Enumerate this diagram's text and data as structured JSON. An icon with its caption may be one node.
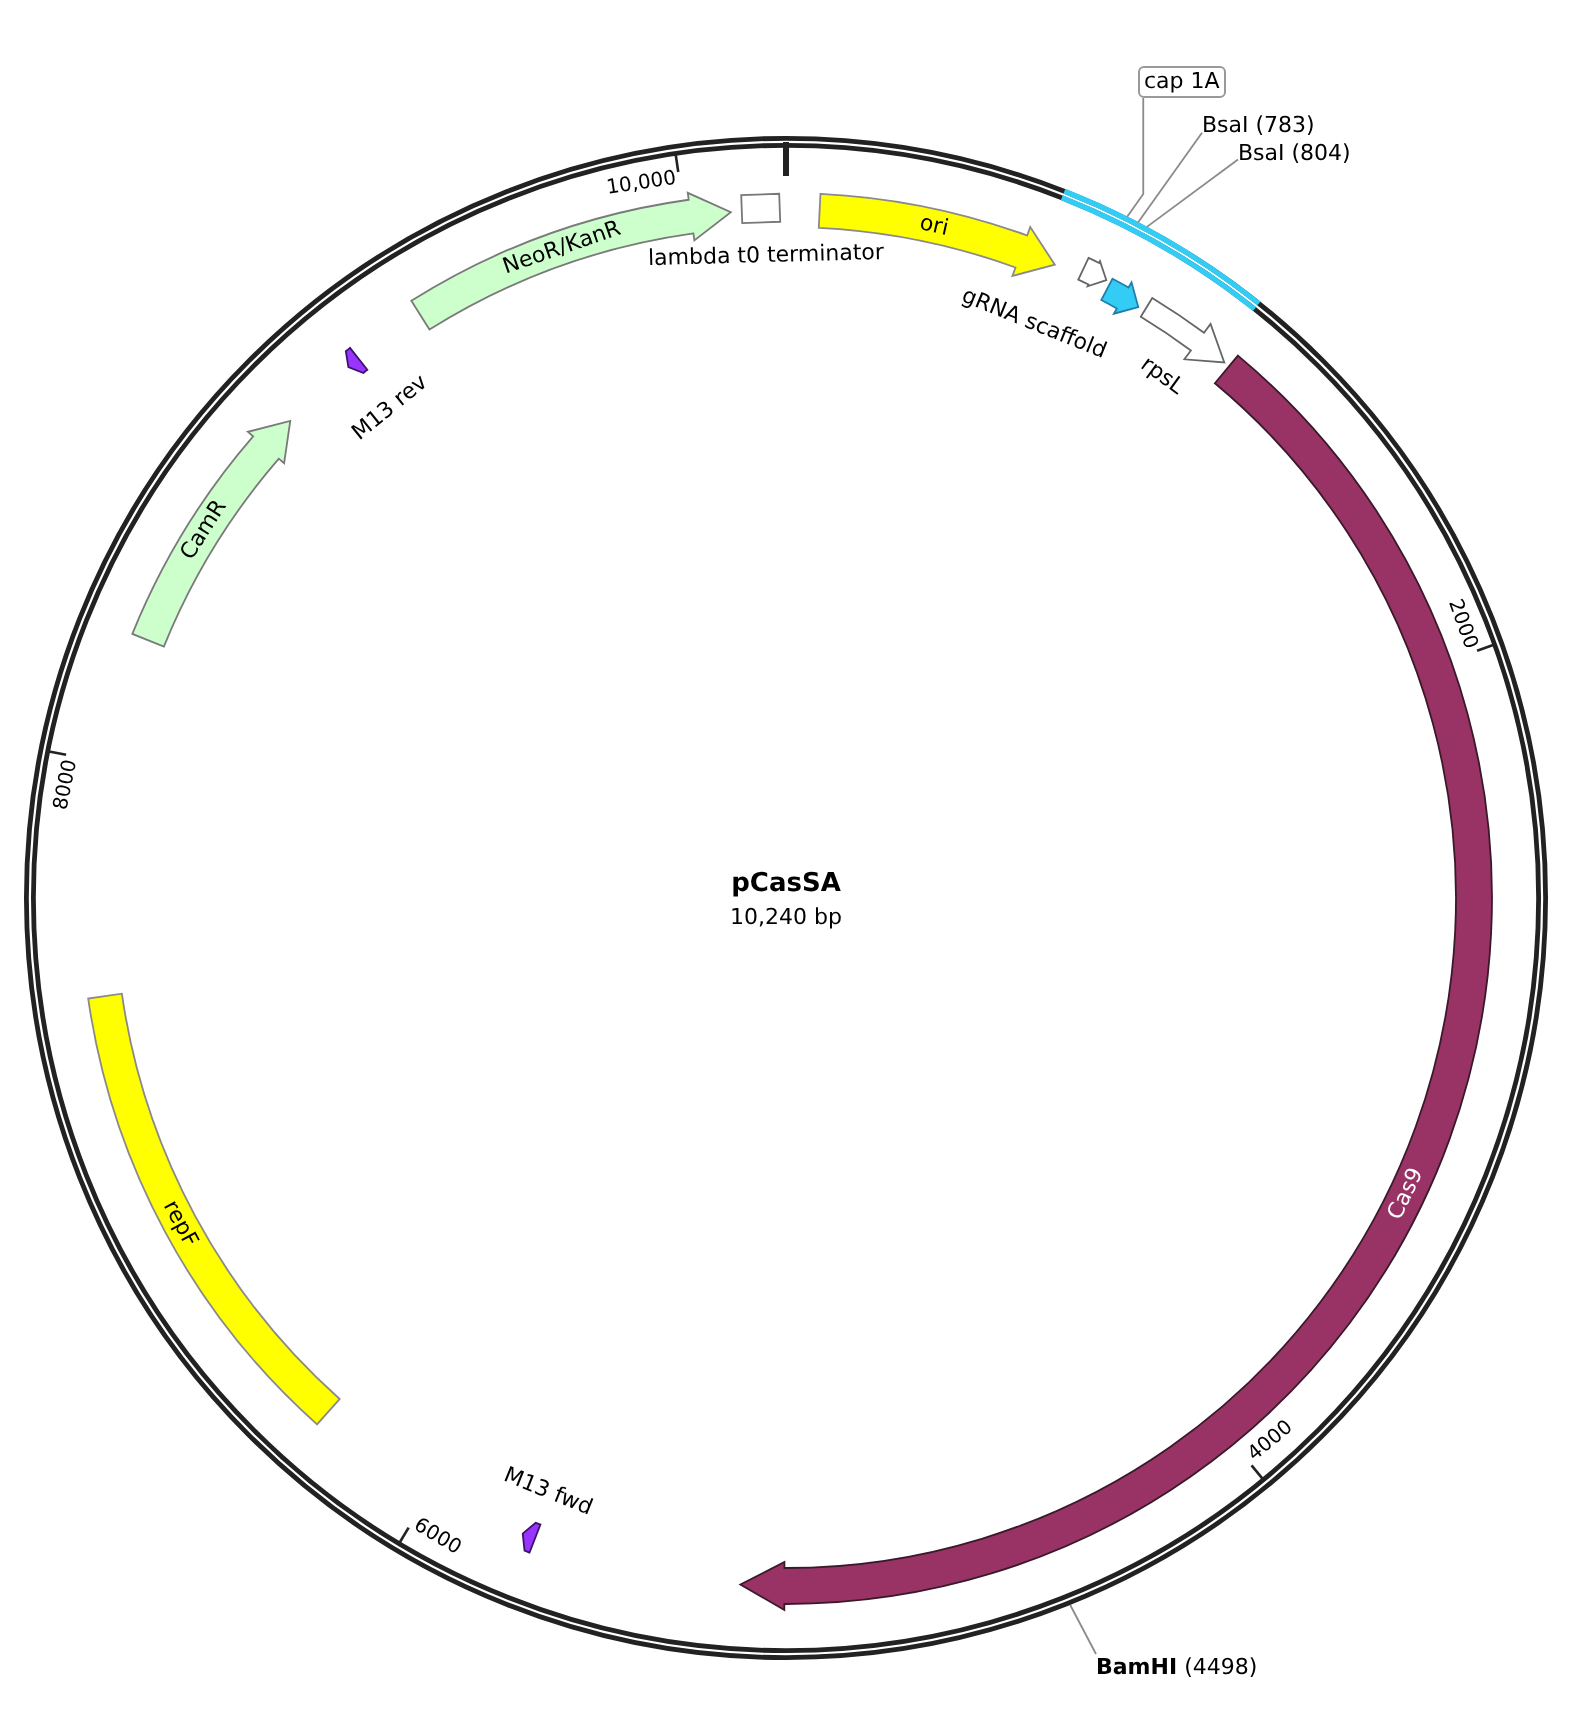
{
  "diagram": {
    "title": "pCasSA",
    "nodes": [
      {
        "text": [
          "NeoR/KanR"
        ]
      },
      {
        "text": [
          "lambda t0 terminator"
        ]
      },
      {
        "text": [
          "ori"
        ]
      },
      {
        "text": [],
        "shape": "arrow"
      },
      {
        "text": [],
        "shape": "arrow",
        "beside": [
          "gRNA scaffold"
        ]
      },
      {
        "text": [],
        "shape": "arrow",
        "beside": [
          "rpsL"
        ]
      },
      {
        "text": [
          "Cas9"
        ]
      },
      {
        "text": [
          "repF"
        ]
      },
      {
        "text": [
          "CamR"
        ]
      },
      {
        "text": [],
        "shape": "arrow",
        "beside": [
          "M13 rev"
        ]
      },
      {
        "text": [],
        "shape": "arrow",
        "beside": [
          "M13 fwd"
        ]
      },
      {
        "text": [
          "cap 1A"
        ]
      },
      {
        "text": [
          "BsaI (783)"
        ]
      },
      {
        "text": [
          "BsaI (804)"
        ]
      },
      {
        "text": [
          "**BamHI** (4498)"
        ]
      }
    ],
    "edges": [
      {
        "from": 11,
        "to": null,
        "arrow": "none"
      },
      {
        "from": 12,
        "to": null,
        "arrow": "none"
      },
      {
        "from": 13,
        "to": null,
        "arrow": "none"
      },
      {
        "from": 14,
        "to": null,
        "arrow": "none"
      }
    ],
    "labels": [
      "10,000",
      "2000",
      "8000",
      "10,240 bp",
      "4000",
      "6000"
    ]
  }
}
